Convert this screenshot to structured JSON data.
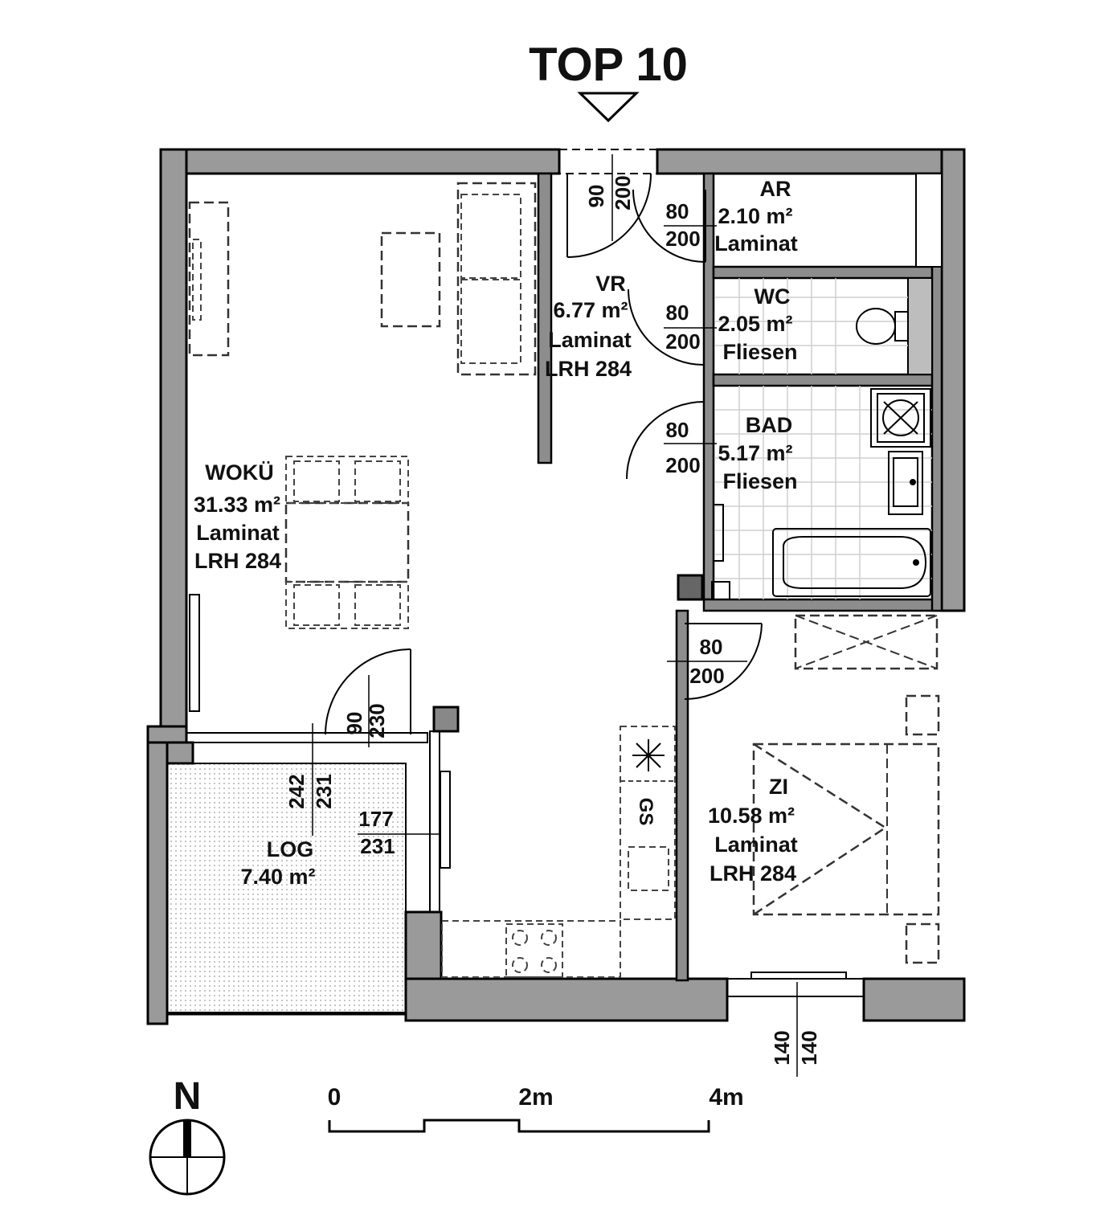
{
  "title": "TOP 10",
  "rooms": {
    "wokue": {
      "name": "WOKÜ",
      "area": "31.33  m²",
      "floor": "Laminat",
      "height": "LRH 284"
    },
    "vr": {
      "name": "VR",
      "area": "6.77  m²",
      "floor": "Laminat",
      "height": "LRH 284"
    },
    "ar": {
      "name": "AR",
      "area": "2.10  m²",
      "floor": "Laminat"
    },
    "wc": {
      "name": "WC",
      "area": "2.05  m²",
      "floor": "Fliesen"
    },
    "bad": {
      "name": "BAD",
      "area": "5.17  m²",
      "floor": "Fliesen"
    },
    "zi": {
      "name": "ZI",
      "area": "10.58  m²",
      "floor": "Laminat",
      "height": "LRH 284"
    },
    "log": {
      "name": "LOG",
      "area": "7.40  m²"
    }
  },
  "dimensions": {
    "entry_w": "90",
    "entry_h": "200",
    "ar_w": "80",
    "ar_h": "200",
    "wc_w": "80",
    "wc_h": "200",
    "bad_w": "80",
    "bad_h": "200",
    "zi_w": "80",
    "zi_h": "200",
    "log_door_w": "90",
    "log_door_h": "230",
    "log_win_w": "242",
    "log_win_h": "231",
    "woku_win_w": "177",
    "woku_win_h": "231",
    "zi_win_w": "140",
    "zi_win_h": "140",
    "stove_label": "GS"
  },
  "scale": {
    "label_0": "0",
    "label_2": "2m",
    "label_4": "4m"
  },
  "north": {
    "label": "N"
  }
}
